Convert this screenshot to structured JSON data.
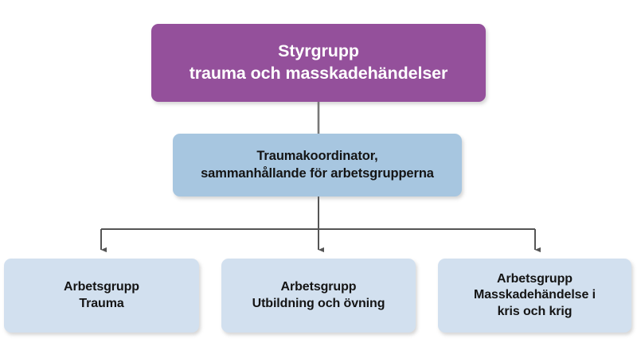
{
  "chart_data": {
    "type": "diagram",
    "diagram_type": "organizational-hierarchy",
    "title": "Styrgrupp trauma och masskadehändelser",
    "language": "sv",
    "orientation": "top-down",
    "levels": 3,
    "colors": {
      "level1_fill": "#94509B",
      "level1_text": "#FFFFFF",
      "level2_fill": "#A7C6E0",
      "level3_fill": "#D2E0EF",
      "node_text": "#141414",
      "connector": "#555555",
      "background": "#FFFFFF"
    },
    "nodes": [
      {
        "id": "styrgrupp",
        "level": 1,
        "lines": [
          "Styrgrupp",
          "trauma och masskadehändelser"
        ],
        "text": "Styrgrupp\ntrauma och masskadehändelser",
        "fill": "#94509B",
        "text_color": "#FFFFFF"
      },
      {
        "id": "traumakoordinator",
        "level": 2,
        "lines": [
          "Traumakoordinator,",
          "sammanhållande för arbetsgrupperna"
        ],
        "text": "Traumakoordinator,\nsammanhållande för arbetsgrupperna",
        "fill": "#A7C6E0",
        "text_color": "#141414"
      },
      {
        "id": "arbetsgrupp-trauma",
        "level": 3,
        "lines": [
          "Arbetsgrupp",
          "Trauma"
        ],
        "text": "Arbetsgrupp\nTrauma",
        "fill": "#D2E0EF",
        "text_color": "#141414"
      },
      {
        "id": "arbetsgrupp-utbildning",
        "level": 3,
        "lines": [
          "Arbetsgrupp",
          "Utbildning och övning"
        ],
        "text": "Arbetsgrupp\nUtbildning och övning",
        "fill": "#D2E0EF",
        "text_color": "#141414"
      },
      {
        "id": "arbetsgrupp-masskadehandelse",
        "level": 3,
        "lines": [
          "Arbetsgrupp",
          "Masskadehändelse i",
          "kris och krig"
        ],
        "text": "Arbetsgrupp\nMasskadehändelse i\nkris och krig",
        "fill": "#D2E0EF",
        "text_color": "#141414"
      }
    ],
    "edges": [
      {
        "from": "styrgrupp",
        "to": "traumakoordinator",
        "arrowhead": false
      },
      {
        "from": "traumakoordinator",
        "to": "arbetsgrupp-trauma",
        "arrowhead": true
      },
      {
        "from": "traumakoordinator",
        "to": "arbetsgrupp-utbildning",
        "arrowhead": true
      },
      {
        "from": "traumakoordinator",
        "to": "arbetsgrupp-masskadehandelse",
        "arrowhead": true
      }
    ]
  },
  "diagram": {
    "steering": {
      "text": "Styrgrupp\ntrauma och masskadehändelser"
    },
    "coordinator": {
      "text": "Traumakoordinator,\nsammanhållande för arbetsgrupperna"
    },
    "groups": [
      {
        "text": "Arbetsgrupp\nTrauma"
      },
      {
        "text": "Arbetsgrupp\nUtbildning och övning"
      },
      {
        "text": "Arbetsgrupp\nMasskadehändelse i\nkris och krig"
      }
    ]
  }
}
